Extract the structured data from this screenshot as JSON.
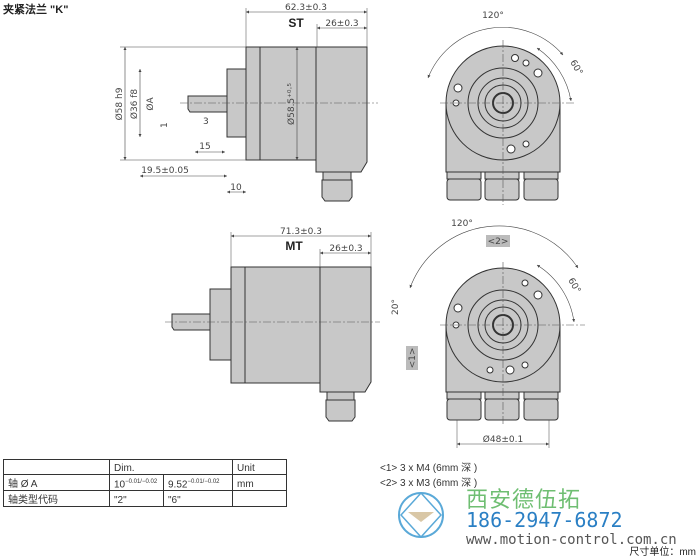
{
  "title": "夹紧法兰 \"K\"",
  "views": {
    "st": {
      "label": "ST",
      "overall": "62.3±0.3",
      "rear": "26±0.3",
      "d58": "Ø58 h9",
      "d36": "Ø36 f8",
      "dA": "ØA",
      "one": "1",
      "three": "3",
      "fifteen": "15",
      "d195": "19.5±0.05",
      "ten": "10",
      "d585": "Ø58.5⁺⁰·⁵"
    },
    "mt": {
      "label": "MT",
      "overall": "71.3±0.3",
      "rear": "26±0.3"
    },
    "front_top": {
      "a120": "120°",
      "a60": "60°"
    },
    "front_bottom": {
      "a120": "120°",
      "a60": "60°",
      "a20": "20°",
      "m2": "<2>",
      "m1": "<1>",
      "d48": "Ø48±0.1"
    }
  },
  "table": {
    "header": [
      "",
      "Dim.",
      "Unit"
    ],
    "rows": [
      {
        "label": "轴 Ø A",
        "v1": "10",
        "v1_tol": "−0.01/−0.02",
        "v2": "9.52",
        "v2_tol": "−0.01/−0.02",
        "unit": "mm"
      },
      {
        "label": "轴类型代码",
        "v1": "\"2\"",
        "v2": "\"6\"",
        "unit": ""
      }
    ]
  },
  "notes": [
    "<1> 3 x M4 (6mm 深 )",
    "<2> 3 x M3 (6mm 深 )"
  ],
  "watermark": {
    "company": "西安德伍拓",
    "phone": "186-2947-6872",
    "url": "www.motion-control.com.cn"
  },
  "unit_note": "尺寸单位：mm",
  "colors": {
    "body": "#c8c8c8",
    "line": "#333333",
    "watermark_green": "#4caf50",
    "watermark_blue": "#2a7fc4"
  }
}
